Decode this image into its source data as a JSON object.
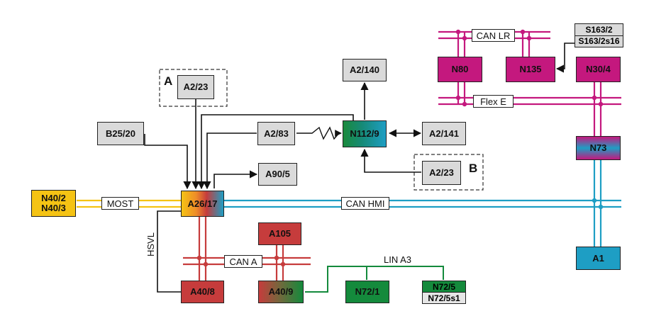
{
  "modules": {
    "a2_23_top": "A2/23",
    "a2_140": "A2/140",
    "b25_20": "B25/20",
    "a2_83": "A2/83",
    "n112_9": "N112/9",
    "a2_141": "A2/141",
    "a2_23_b": "A2/23",
    "a90_5": "A90/5",
    "a26_17": "A26/17",
    "n40_2": "N40/2",
    "n40_3": "N40/3",
    "a105": "A105",
    "a40_8": "A40/8",
    "a40_9": "A40/9",
    "n72_1": "N72/1",
    "n72_5": "N72/5",
    "n72_5s1": "N72/5s1",
    "n80": "N80",
    "n135": "N135",
    "n30_4": "N30/4",
    "s163_2": "S163/2",
    "s163_2s16": "S163/2s16",
    "n73": "N73",
    "a1": "A1"
  },
  "buses": {
    "most": "MOST",
    "can_hmi": "CAN HMI",
    "can_a": "CAN A",
    "lin_a3": "LIN A3",
    "can_lr": "CAN LR",
    "flex_e": "Flex E",
    "hsvl": "HSVL"
  },
  "options": {
    "a": "A",
    "b": "B"
  },
  "colors": {
    "most_bus": "#f5c314",
    "can_hmi_bus": "#1e9ec4",
    "can_a_bus": "#c63c3c",
    "lin_bus": "#148a3c",
    "can_lr_bus": "#c4187e",
    "gray_module": "#dadada"
  }
}
